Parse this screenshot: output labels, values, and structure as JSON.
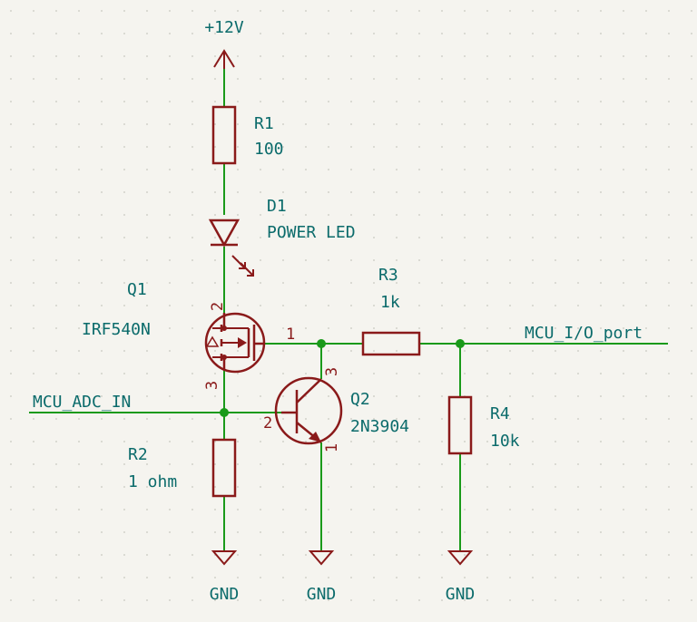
{
  "labels": {
    "vcc": "+12V",
    "r1_ref": "R1",
    "r1_val": "100",
    "d1_ref": "D1",
    "d1_val": "POWER LED",
    "q1_ref": "Q1",
    "q1_val": "IRF540N",
    "r3_ref": "R3",
    "r3_val": "1k",
    "io_net": "MCU_I/O_port",
    "adc_net": "MCU_ADC_IN",
    "q2_ref": "Q2",
    "q2_val": "2N3904",
    "r4_ref": "R4",
    "r4_val": "10k",
    "r2_ref": "R2",
    "r2_val": "1 ohm",
    "gnd1": "GND",
    "gnd2": "GND",
    "gnd3": "GND"
  },
  "pins": {
    "q1_drain": "2",
    "q1_gate": "1",
    "q1_source": "3",
    "q2_base": "2",
    "q2_collector": "3",
    "q2_emitter": "1"
  },
  "colors": {
    "wire": "#1a9a1a",
    "component": "#8a1a1a",
    "label": "#0b6b6b",
    "background": "#f5f4ef",
    "grid_dot": "#c8c8c0"
  }
}
